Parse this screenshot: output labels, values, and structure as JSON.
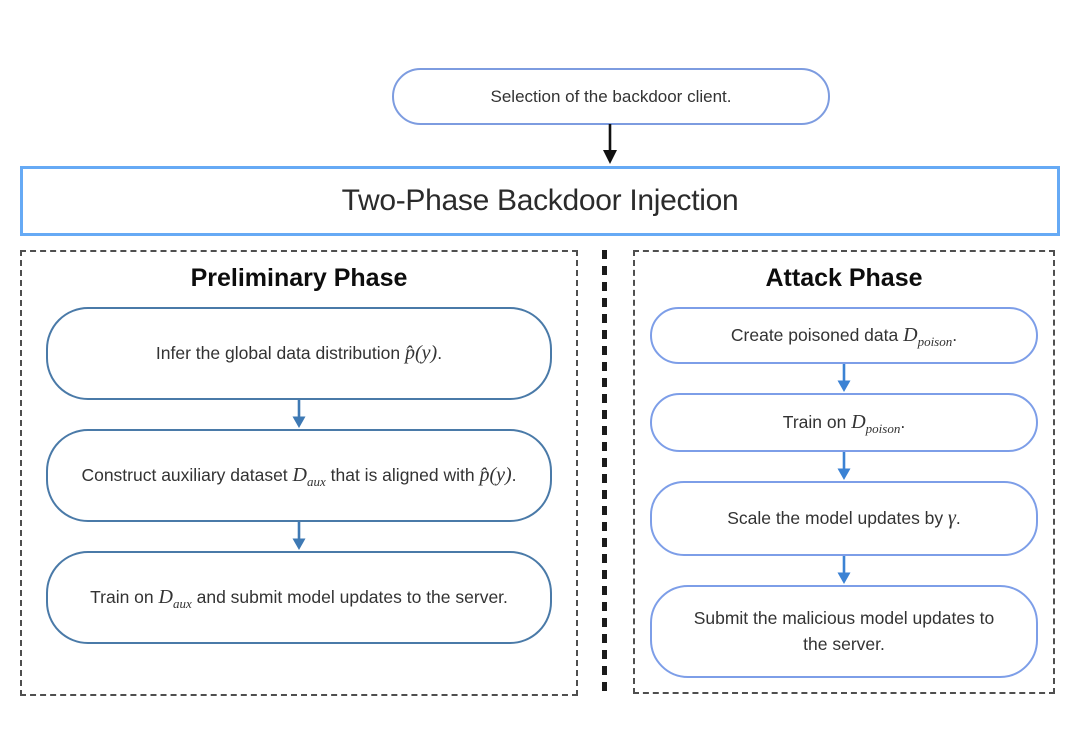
{
  "diagram": {
    "top_node": {
      "label": "Selection of the backdoor client."
    },
    "title": "Two-Phase Backdoor Injection",
    "phases": [
      {
        "heading": "Preliminary Phase",
        "nodes": [
          {
            "segments": [
              {
                "t": "Infer the global data distribution "
              },
              {
                "m": "p̂(y)"
              },
              {
                "t": "."
              }
            ]
          },
          {
            "segments": [
              {
                "t": "Construct auxiliary dataset "
              },
              {
                "m": "D",
                "sub": "aux"
              },
              {
                "t": " that is aligned with "
              },
              {
                "m": "p̂(y)"
              },
              {
                "t": "."
              }
            ]
          },
          {
            "segments": [
              {
                "t": "Train on "
              },
              {
                "m": "D",
                "sub": "aux"
              },
              {
                "t": " and submit model updates to the server."
              }
            ]
          }
        ]
      },
      {
        "heading": "Attack Phase",
        "nodes": [
          {
            "segments": [
              {
                "t": "Create poisoned data "
              },
              {
                "m": "D",
                "sub": "poison"
              },
              {
                "t": "."
              }
            ]
          },
          {
            "segments": [
              {
                "t": "Train on "
              },
              {
                "m": "D",
                "sub": "poison"
              },
              {
                "t": "."
              }
            ]
          },
          {
            "segments": [
              {
                "t": "Scale the model updates by "
              },
              {
                "m": "γ"
              },
              {
                "t": "."
              }
            ]
          },
          {
            "segments": [
              {
                "t": "Submit the malicious model updates to the server."
              }
            ]
          }
        ]
      }
    ],
    "icons": {
      "top_connector": "down-arrow-icon",
      "node_connector": "down-arrow-icon"
    },
    "colors": {
      "pill_border": "#7d9ce0",
      "title_border": "#66aaf5",
      "panel_border": "#4f4f4f",
      "divider": "#1b1b1b",
      "left_box_border": "#4a7aa8",
      "left_arrow": "#3e79b4",
      "right_box_border": "#7d9ee8",
      "right_arrow": "#3b82d4",
      "black_arrow": "#111111",
      "text": "#333333"
    }
  }
}
